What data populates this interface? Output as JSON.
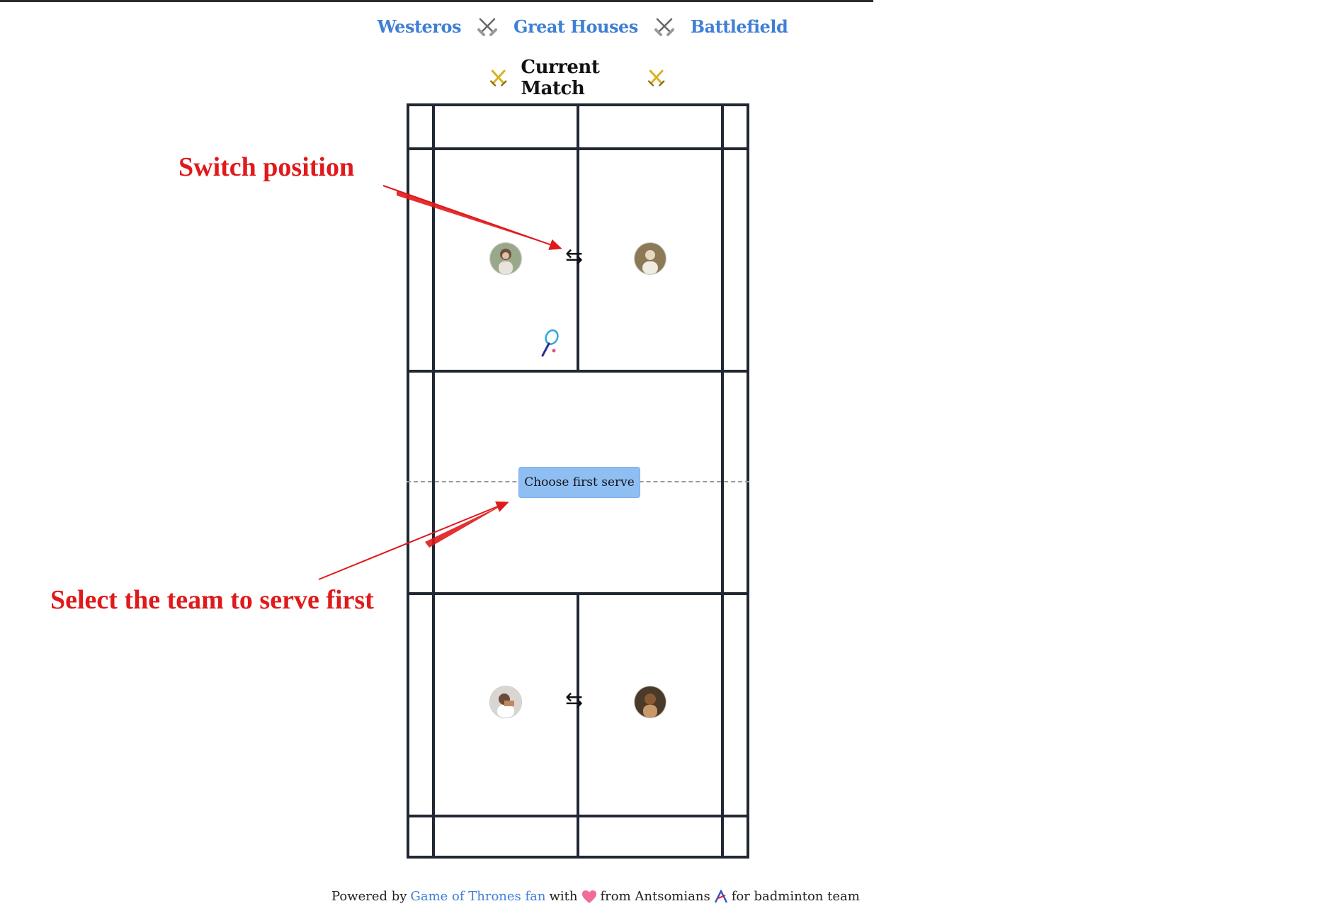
{
  "nav": {
    "items": [
      {
        "label": "Westeros",
        "icon": "crossed-swords-icon"
      },
      {
        "label": "Great Houses",
        "icon": "crossed-swords-icon"
      },
      {
        "label": "Battlefield"
      }
    ]
  },
  "page": {
    "title": "Current Match",
    "title_icon": "gold-crossed-swords-icon"
  },
  "court": {
    "top_team": {
      "players": [
        "player-1",
        "player-2"
      ],
      "swap_icon": "⇆",
      "serving_icon": "badminton-racket-icon"
    },
    "bottom_team": {
      "players": [
        "player-3",
        "player-4"
      ],
      "swap_icon": "⇆"
    },
    "serve_button_label": "Choose first serve"
  },
  "annotations": {
    "switch": "Switch position",
    "serve": "Select the team to serve first",
    "color": "#e0191b"
  },
  "footer": {
    "powered_by": "Powered by",
    "link": "Game of Thrones fan",
    "with": "with",
    "heart_icon": "pink-heart-icon",
    "from": "from Antsomians",
    "logo_icon": "antsomi-logo-icon",
    "suffix": "for badminton team"
  },
  "colors": {
    "accent": "#3f7fd6",
    "court_lines": "#222833",
    "button": "#8fbef3"
  }
}
